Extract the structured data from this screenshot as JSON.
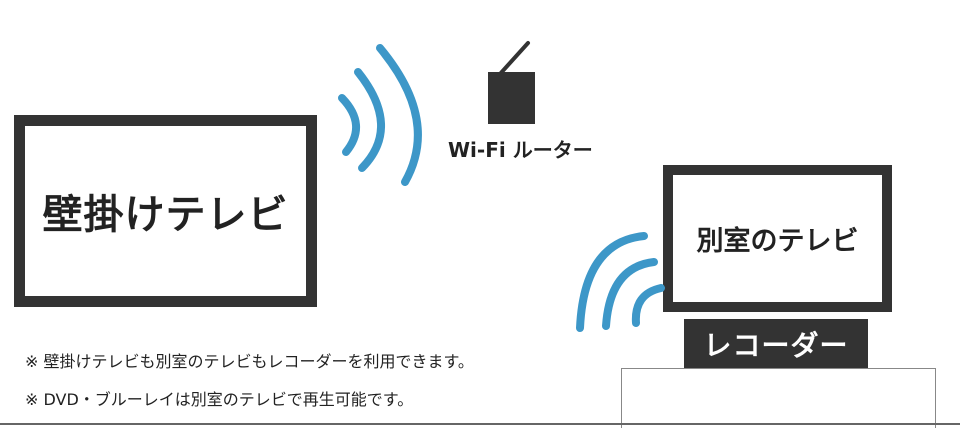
{
  "wall_tv": {
    "label": "壁掛けテレビ"
  },
  "room_tv": {
    "label": "別室のテレビ"
  },
  "router": {
    "label": "Wi-Fi ルーター"
  },
  "recorder": {
    "label": "レコーダー"
  },
  "notes": [
    "※ 壁掛けテレビも別室のテレビもレコーダーを利用できます。",
    "※ DVD・ブルーレイは別室のテレビで再生可能です。"
  ],
  "colors": {
    "wifi_waves": "#3d97c8",
    "dark": "#333333",
    "text": "#222222"
  }
}
